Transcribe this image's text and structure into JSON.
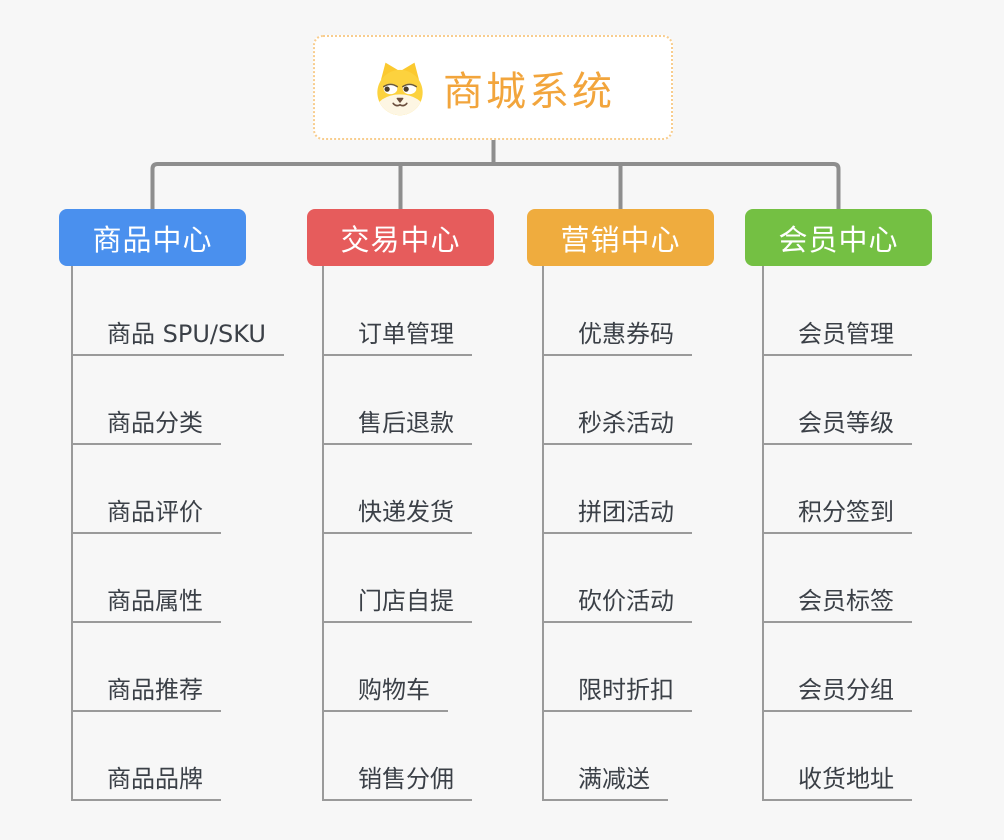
{
  "page": {
    "background_color": "#f7f7f7",
    "connector_color": "#8e8e8e",
    "line_color": "#9a9a9a"
  },
  "root": {
    "label": "商城系统",
    "icon": "dog-face-icon",
    "text_color": "#f2a53c",
    "border_color": "#f8cd8e"
  },
  "branches": [
    {
      "label": "商品中心",
      "color": "#4a90ee",
      "items": [
        "商品 SPU/SKU",
        "商品分类",
        "商品评价",
        "商品属性",
        "商品推荐",
        "商品品牌"
      ]
    },
    {
      "label": "交易中心",
      "color": "#e65c5c",
      "items": [
        "订单管理",
        "售后退款",
        "快递发货",
        "门店自提",
        "购物车",
        "销售分佣"
      ]
    },
    {
      "label": "营销中心",
      "color": "#efac3e",
      "items": [
        "优惠券码",
        "秒杀活动",
        "拼团活动",
        "砍价活动",
        "限时折扣",
        "满减送"
      ]
    },
    {
      "label": "会员中心",
      "color": "#74c043",
      "items": [
        "会员管理",
        "会员等级",
        "积分签到",
        "会员标签",
        "会员分组",
        "收货地址"
      ]
    }
  ]
}
